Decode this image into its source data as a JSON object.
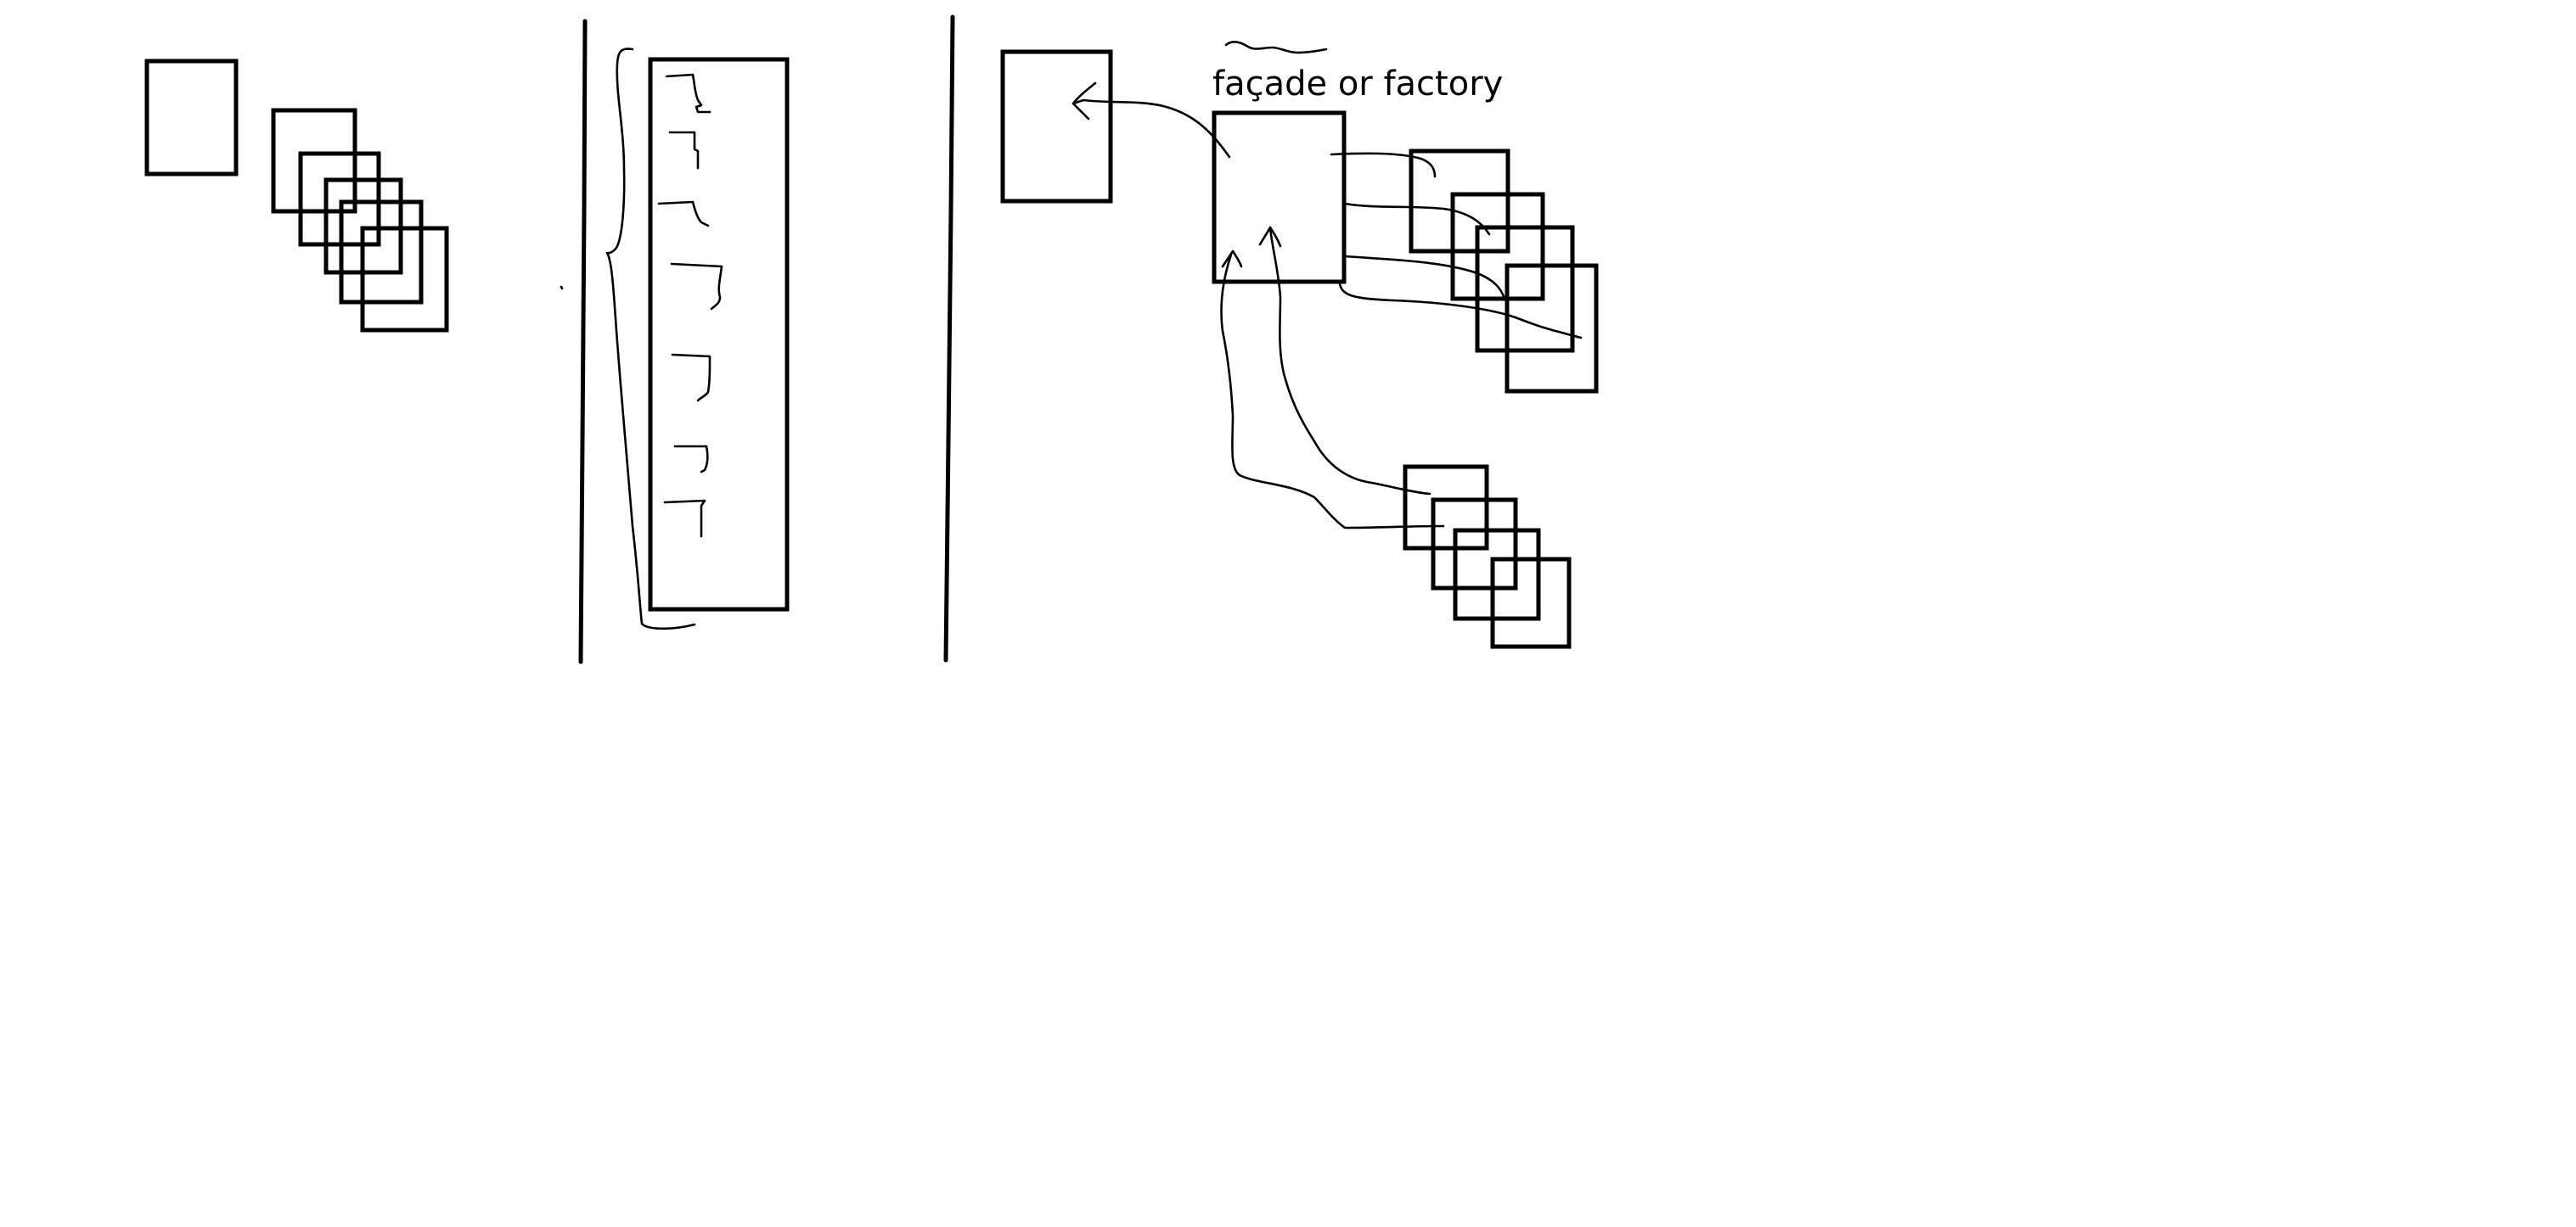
{
  "diagram": {
    "center_label": "façade or factory",
    "stroke_color": "#000000",
    "background_color": "#ffffff",
    "panels": [
      {
        "name": "single-object-and-instances"
      },
      {
        "name": "long-list-with-brace"
      },
      {
        "name": "facade-factory"
      }
    ]
  }
}
